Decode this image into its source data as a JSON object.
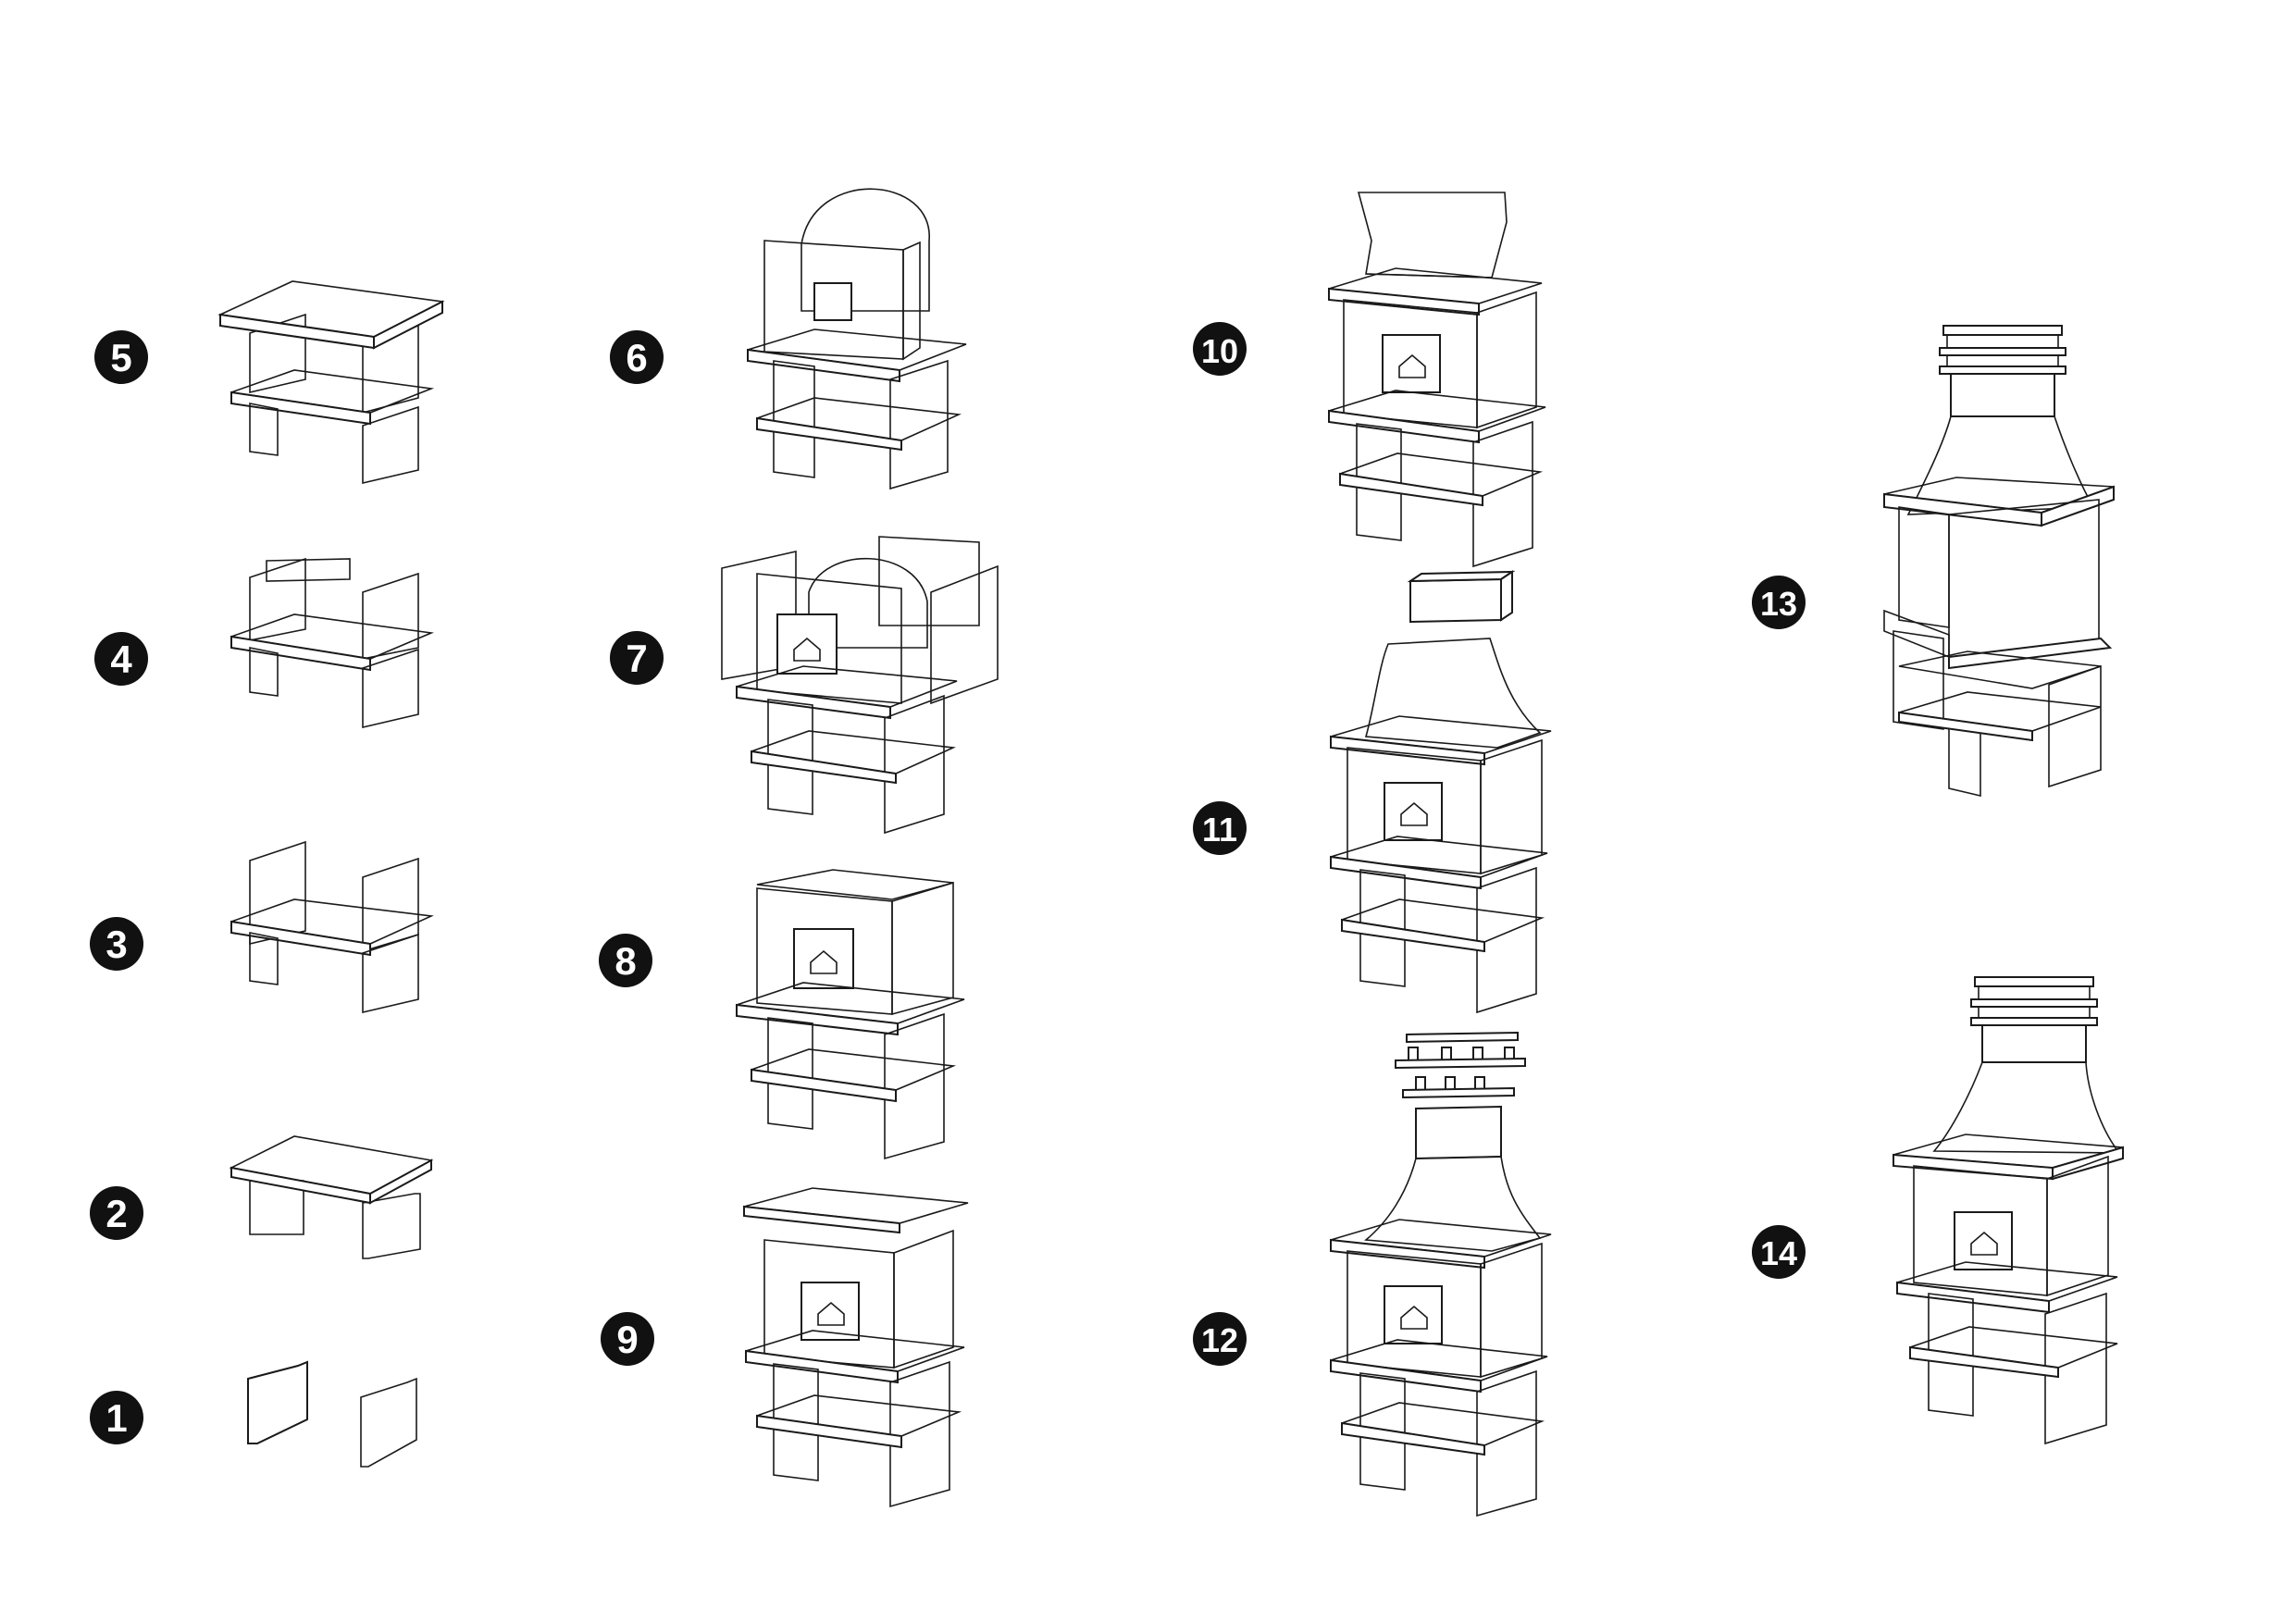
{
  "steps": [
    {
      "label": "1"
    },
    {
      "label": "2"
    },
    {
      "label": "3"
    },
    {
      "label": "4"
    },
    {
      "label": "5"
    },
    {
      "label": "6"
    },
    {
      "label": "7"
    },
    {
      "label": "8"
    },
    {
      "label": "9"
    },
    {
      "label": "10"
    },
    {
      "label": "11"
    },
    {
      "label": "12"
    },
    {
      "label": "13"
    },
    {
      "label": "14"
    }
  ],
  "colors": {
    "ink": "#1a1a1a",
    "badge": "#111111",
    "paper": "#ffffff"
  }
}
